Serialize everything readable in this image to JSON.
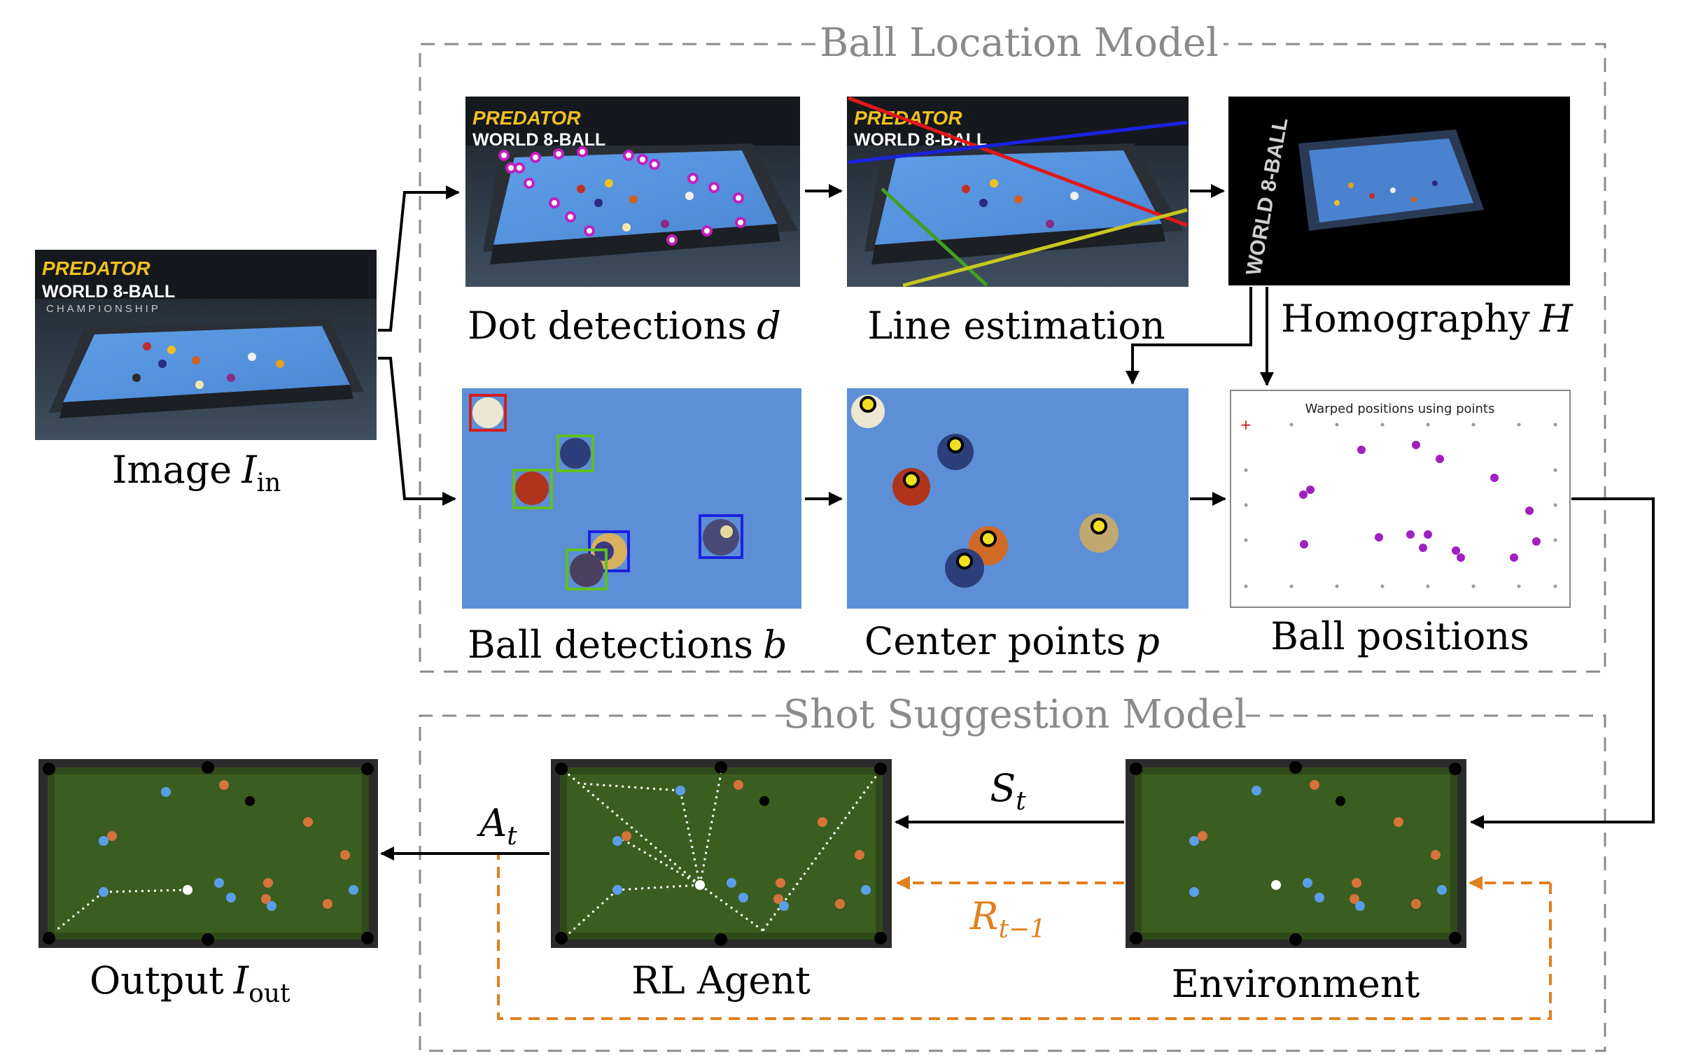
{
  "sections": {
    "ball_location_title": "Ball Location Model",
    "shot_suggestion_title": "Shot Suggestion Model"
  },
  "captions": {
    "image_in": "Image",
    "image_in_var": "I",
    "image_in_sub": "in",
    "dot_detections": "Dot detections",
    "dot_detections_var": "d",
    "line_estimation": "Line estimation",
    "homography": "Homography",
    "homography_var": "H",
    "ball_detections": "Ball detections",
    "ball_detections_var": "b",
    "center_points": "Center points",
    "center_points_var": "p",
    "ball_positions": "Ball positions",
    "output": "Output",
    "output_var": "I",
    "output_sub": "out",
    "rl_agent": "RL Agent",
    "environment": "Environment"
  },
  "signals": {
    "state": "S",
    "state_sub": "t",
    "action": "A",
    "action_sub": "t",
    "reward": "R",
    "reward_sub": "t−1"
  },
  "photo_text": {
    "brand": "PREDATOR",
    "event": "WORLD 8-BALL",
    "sub": "CHAMPIONSHIP",
    "rotated": "WORLD 8-BALL"
  },
  "plot": {
    "title": "Warped positions using points"
  },
  "colors": {
    "dashed_border": "#8a8a8a",
    "section_title": "#8a8a8a",
    "reward": "#e0801f",
    "felt_blue": "#5d8fd6",
    "table_green": "#3a5e1f",
    "ball_purple": "#a020c0",
    "ball_blue": "#5b9ee8",
    "ball_orange": "#d4743c"
  }
}
